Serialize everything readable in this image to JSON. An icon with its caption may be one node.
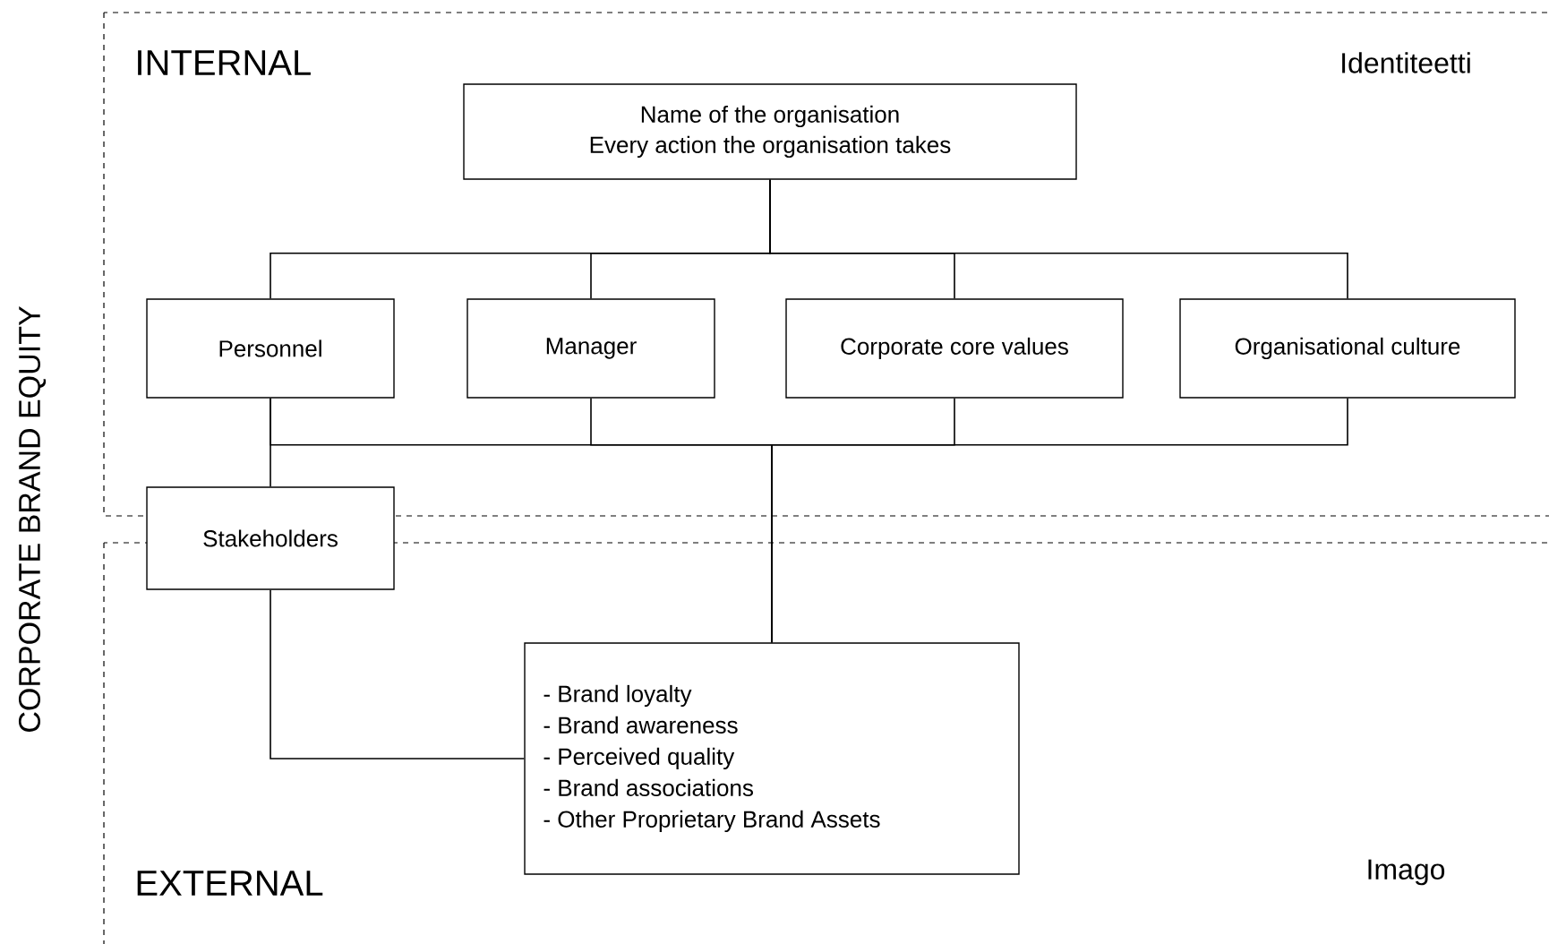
{
  "diagram": {
    "nodes": [
      {
        "text": [
          "INTERNAL",
          "Identiteetti"
        ]
      },
      {
        "text": [
          "Name of the organisation",
          "Every action the organisation takes"
        ],
        "in": 0
      },
      {
        "text": [
          "Personnel"
        ],
        "in": 0
      },
      {
        "text": [
          "Manager"
        ],
        "in": 0
      },
      {
        "text": [
          "Corporate core values"
        ],
        "in": 0
      },
      {
        "text": [
          "Organisational culture"
        ],
        "in": 0
      },
      {
        "text": [
          "Stakeholders"
        ]
      },
      {
        "text": [
          "EXTERNAL",
          "Imago"
        ]
      },
      {
        "text": [
          "- Brand loyalty",
          "- Brand awareness",
          "- Perceived quality",
          "- Brand associations",
          "- Other Proprietary Brand Assets"
        ],
        "in": 7
      }
    ],
    "edges": [
      {
        "from": 1,
        "to": 2,
        "arrow": "none"
      },
      {
        "from": 1,
        "to": 3,
        "arrow": "none"
      },
      {
        "from": 1,
        "to": 4,
        "arrow": "none"
      },
      {
        "from": 1,
        "to": 5,
        "arrow": "none"
      },
      {
        "from": 2,
        "to": 8,
        "arrow": "none"
      },
      {
        "from": 3,
        "to": 8,
        "arrow": "none"
      },
      {
        "from": 4,
        "to": 8,
        "arrow": "none"
      },
      {
        "from": 5,
        "to": 8,
        "arrow": "none"
      },
      {
        "from": 2,
        "to": 6,
        "arrow": "none"
      },
      {
        "from": 6,
        "to": 8,
        "arrow": "none"
      }
    ],
    "labels": [
      "CORPORATE BRAND EQUITY"
    ]
  }
}
